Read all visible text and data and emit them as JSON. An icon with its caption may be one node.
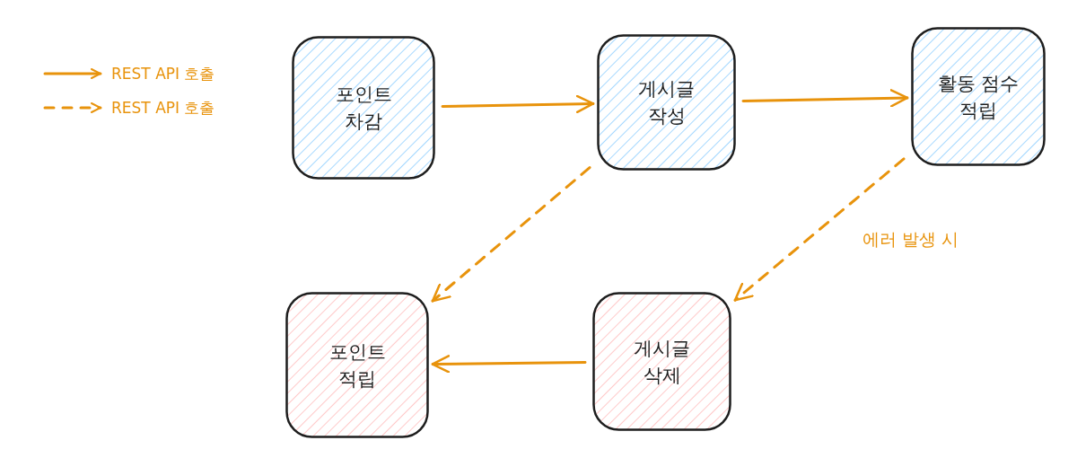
{
  "diagram": {
    "nodes": [
      {
        "text": [
          "포인트 차감"
        ]
      },
      {
        "text": [
          "게시글 작성"
        ]
      },
      {
        "text": [
          "활동 점수 적립"
        ]
      },
      {
        "text": [
          "포인트 적립"
        ]
      },
      {
        "text": [
          "게시글 삭제"
        ]
      }
    ],
    "edges": [
      {
        "from": 0,
        "to": 1,
        "arrow": "to"
      },
      {
        "from": 1,
        "to": 2,
        "arrow": "to"
      },
      {
        "from": 1,
        "to": 3,
        "arrow": "to",
        "style": "dashed"
      },
      {
        "from": 2,
        "to": 4,
        "arrow": "to",
        "style": "dashed",
        "label": "에러 발생 시"
      },
      {
        "from": 4,
        "to": 3,
        "arrow": "to"
      }
    ],
    "legend": [
      {
        "text": "REST API 호출"
      },
      {
        "text": "REST API 호출"
      }
    ]
  }
}
